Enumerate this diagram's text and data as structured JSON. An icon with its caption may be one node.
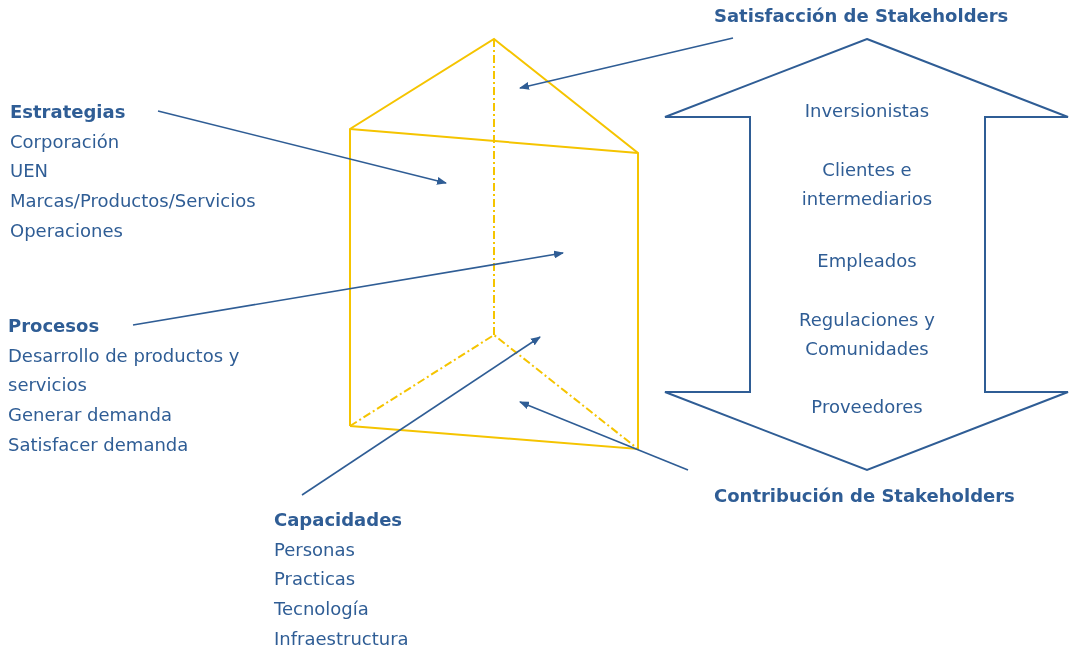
{
  "diagram": {
    "nodes": [
      {
        "text": [
          "Satisfacción de Stakeholders"
        ]
      },
      {
        "text": [
          "Estrategias",
          "Corporación",
          "UEN",
          "Marcas/Productos/Servicios",
          "Operaciones"
        ]
      },
      {
        "text": [
          "Procesos",
          "Desarrollo de productos y servicios",
          "Generar demanda",
          "Satisfacer demanda"
        ]
      },
      {
        "text": [
          "Inversionistas",
          "Clientes e intermediarios",
          "Empleados",
          "Regulaciones y Comunidades",
          "Proveedores"
        ]
      },
      {
        "text": [
          "Capacidades",
          "Personas",
          "Practicas",
          "Tecnología",
          "Infraestructura"
        ]
      },
      {
        "text": [
          "Contribución de Stakeholders"
        ]
      }
    ],
    "edges": [
      {
        "from": 0,
        "to": null,
        "arrow": "to"
      },
      {
        "from": 1,
        "to": null,
        "arrow": "to"
      },
      {
        "from": 2,
        "to": null,
        "arrow": "to"
      },
      {
        "from": 4,
        "to": null,
        "arrow": "to"
      },
      {
        "from": 5,
        "to": null,
        "arrow": "to"
      }
    ]
  }
}
